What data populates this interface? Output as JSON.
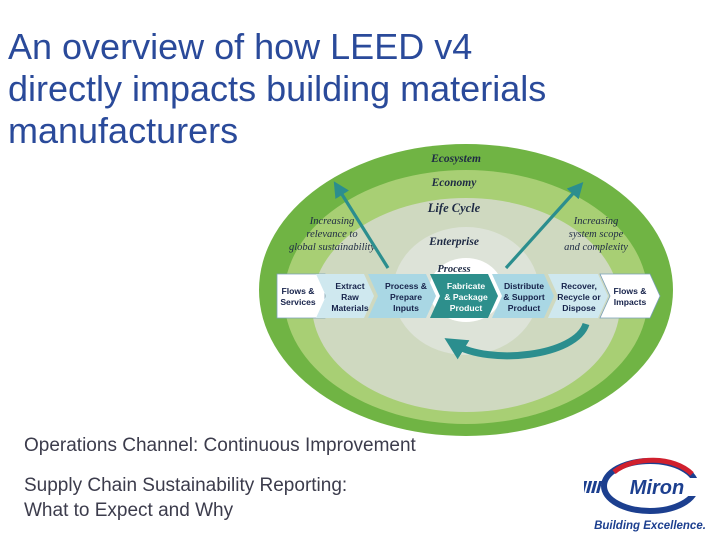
{
  "slide": {
    "title_lines": [
      "An overview of how LEED v4",
      "directly impacts building materials",
      "manufacturers"
    ],
    "subtitle": "Operations Channel: Continuous Improvement",
    "subtitle2_lines": [
      "Supply Chain Sustainability Reporting:",
      "What to Expect and Why"
    ]
  },
  "diagram": {
    "rings": [
      "Ecosystem",
      "Economy",
      "Life Cycle",
      "Enterprise",
      "Process"
    ],
    "left_note": [
      "Increasing",
      "relevance to",
      "global sustainability"
    ],
    "right_note": [
      "Increasing",
      "system scope",
      "and complexity"
    ],
    "steps": [
      [
        "Flows &",
        "Services"
      ],
      [
        "Extract",
        "Raw",
        "Materials"
      ],
      [
        "Process &",
        "Prepare",
        "Inputs"
      ],
      [
        "Fabricate",
        "& Package",
        "Product"
      ],
      [
        "Distribute",
        "& Support",
        "Product"
      ],
      [
        "Recover,",
        "Recycle or",
        "Dispose"
      ],
      [
        "Flows &",
        "Impacts"
      ]
    ],
    "colors": {
      "ring_outer": "#70b444",
      "ring_economy": "#a8cf74",
      "ring_lifecycle": "#cfd9c0",
      "ring_enterprise": "#dde3d8",
      "ring_process": "#ffffff",
      "arrow_teal": "#2b8e8e",
      "step_light": "#cfe8ef",
      "step_mid": "#a9d7e4",
      "step_dark": "#2d8f8c"
    }
  },
  "logo": {
    "name": "Miron",
    "tagline": "Building Excellence.",
    "colors": {
      "blue": "#1c3f8f",
      "red": "#d0202e"
    }
  }
}
